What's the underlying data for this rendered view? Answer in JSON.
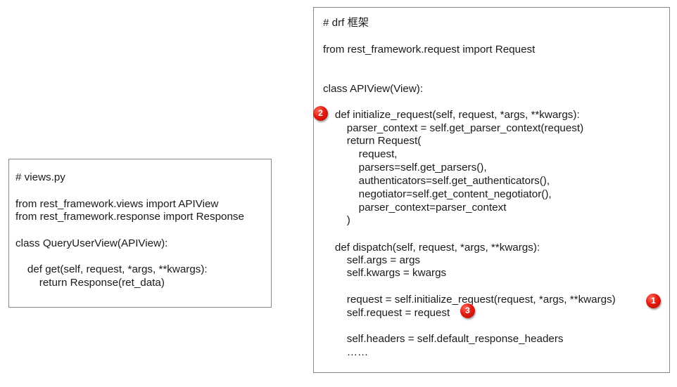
{
  "left_panel": {
    "lines": [
      "# views.py",
      "from rest_framework.views import APIView",
      "from rest_framework.response import Response",
      "class QueryUserView(APIView):",
      "    def get(self, request, *args, **kwargs):",
      "        return Response(ret_data)"
    ]
  },
  "right_panel": {
    "lines": [
      "# drf 框架",
      "from rest_framework.request import Request",
      "class APIView(View):",
      "    def initialize_request(self, request, *args, **kwargs):",
      "        parser_context = self.get_parser_context(request)",
      "        return Request(",
      "            request,",
      "            parsers=self.get_parsers(),",
      "            authenticators=self.get_authenticators(),",
      "            negotiator=self.get_content_negotiator(),",
      "            parser_context=parser_context",
      "        )",
      "    def dispatch(self, request, *args, **kwargs):",
      "        self.args = args",
      "        self.kwargs = kwargs",
      "        request = self.initialize_request(request, *args, **kwargs)",
      "        self.request = request",
      "        self.headers = self.default_response_headers",
      "        ……"
    ]
  },
  "badges": {
    "one": "1",
    "two": "2",
    "three": "3"
  },
  "colors": {
    "badge_red": "#e31b10",
    "border_gray": "#8a8a8a",
    "text": "#1a1a1a"
  }
}
